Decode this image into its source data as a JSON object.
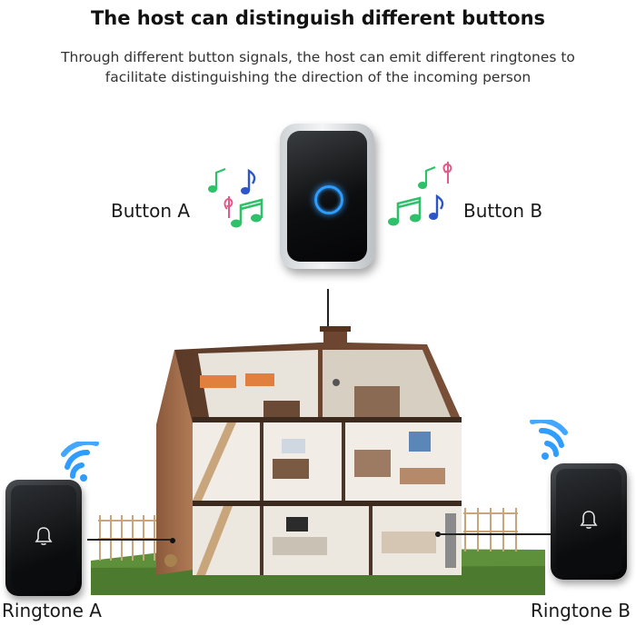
{
  "title": "The host can distinguish different buttons",
  "subtitle_line1": "Through different button signals, the host can emit different ringtones to",
  "subtitle_line2": "facilitate distinguishing the direction of the incoming person",
  "labels": {
    "button_a": "Button A",
    "button_b": "Button B",
    "ringtone_a": "Ringtone A",
    "ringtone_b": "Ringtone B"
  },
  "colors": {
    "signal_blue": "#2f9cff",
    "note_green": "#2fc06a",
    "note_pink": "#e05a8a",
    "note_blue": "#2b55c9",
    "unit_black": "#0d0e10"
  },
  "icons": {
    "host_indicator": "blue-ring-light-icon",
    "doorbell": "bell-icon",
    "signal": "wifi-waves-icon",
    "notes": "music-notes-icon"
  }
}
